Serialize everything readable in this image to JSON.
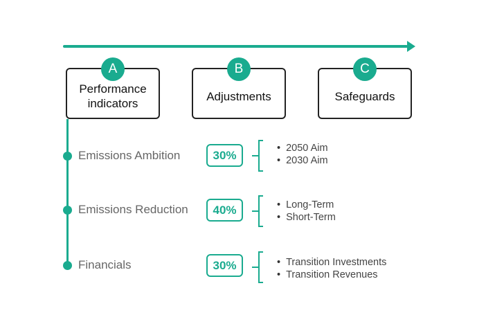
{
  "stages": [
    {
      "badge": "A",
      "title": "Performance indicators"
    },
    {
      "badge": "B",
      "title": "Adjustments"
    },
    {
      "badge": "C",
      "title": "Safeguards"
    }
  ],
  "indicators": [
    {
      "label": "Emissions Ambition",
      "weight": "30%",
      "items": [
        "2050 Aim",
        "2030 Aim"
      ]
    },
    {
      "label": "Emissions Reduction",
      "weight": "40%",
      "items": [
        "Long-Term",
        "Short-Term"
      ]
    },
    {
      "label": "Financials",
      "weight": "30%",
      "items": [
        "Transition Investments",
        "Transition Revenues"
      ]
    }
  ],
  "colors": {
    "accent": "#1aab8f",
    "box_border": "#222222",
    "label_grey": "#666666"
  }
}
